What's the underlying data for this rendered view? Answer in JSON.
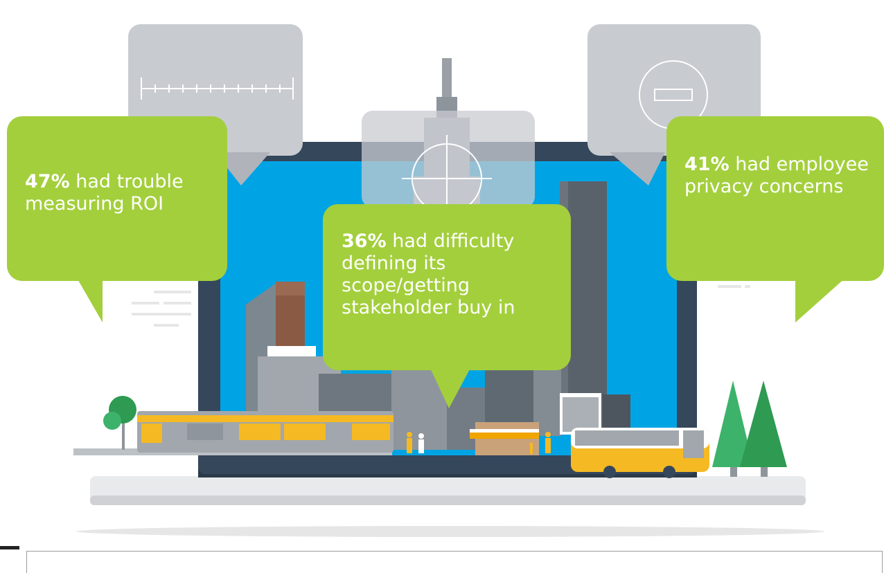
{
  "stats": [
    {
      "id": "roi",
      "percent": "47%",
      "text": " had trouble measuring ROI"
    },
    {
      "id": "scope",
      "percent": "36%",
      "text": " had difficulty defining its scope/getting stakeholder buy in"
    },
    {
      "id": "privacy",
      "percent": "41%",
      "text": " had employee privacy concerns"
    }
  ],
  "colors": {
    "bubble_green": "#a3cf3c",
    "sky_blue": "#00a4e4",
    "laptop_frame": "#34475b",
    "gray_bubble": "#c8cbd0",
    "bus_yellow": "#f5b923",
    "tree_green": "#3db26b"
  }
}
